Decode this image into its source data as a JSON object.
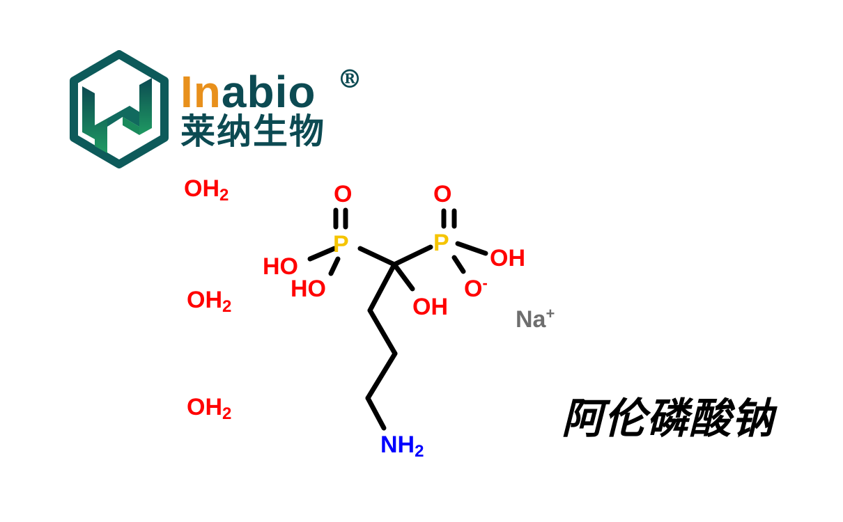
{
  "logo": {
    "brand_en_part1": "In",
    "brand_en_part2": "abio",
    "registered_mark": "®",
    "brand_cn": "莱纳生物",
    "icon": "hexagon-w-logo-icon",
    "colors": {
      "primary_dark": "#0c4a52",
      "primary_green": "#1a8a5c",
      "accent_orange": "#e8901c"
    }
  },
  "structure": {
    "waters": [
      {
        "symbol": "OH",
        "subscript": "2"
      },
      {
        "symbol": "OH",
        "subscript": "2"
      },
      {
        "symbol": "OH",
        "subscript": "2"
      }
    ],
    "phosphorus_left": "P",
    "phosphorus_right": "P",
    "oxo_left": "O",
    "oxo_right": "O",
    "ho_left_1": "HO",
    "ho_left_2": "HO",
    "oh_right": "OH",
    "oxide_right": "O",
    "oxide_charge": "-",
    "hydroxyl_center": "OH",
    "amine": {
      "symbol": "NH",
      "subscript": "2"
    },
    "counterion": {
      "symbol": "Na",
      "charge": "+"
    },
    "colors": {
      "oxygen": "#ff0000",
      "phosphorus": "#f5c400",
      "nitrogen": "#0000ff",
      "sodium": "#6e6e6e",
      "bond": "#000000"
    }
  },
  "compound_name": "阿伦磷酸钠"
}
